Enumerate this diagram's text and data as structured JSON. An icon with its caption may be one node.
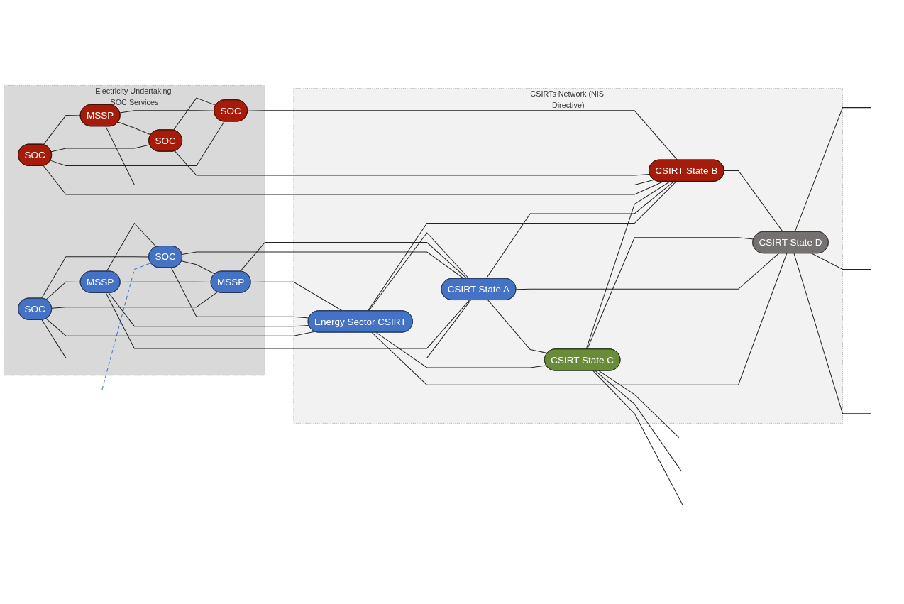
{
  "diagram": {
    "nodes": [
      {
        "text": [
          "Electricity Undertaking SOC Services"
        ]
      },
      {
        "text": [
          "CSIRTs Network (NIS Directive)"
        ]
      },
      {
        "text": [
          "SOC"
        ],
        "in": 0
      },
      {
        "text": [
          "MSSP"
        ],
        "in": 0
      },
      {
        "text": [
          "SOC"
        ],
        "in": 0
      },
      {
        "text": [
          "MSSP"
        ],
        "in": 0
      },
      {
        "text": [
          "Energy Sector CSIRT"
        ],
        "in": 1
      },
      {
        "text": [
          "CSIRT State A"
        ],
        "in": 1
      },
      {
        "text": [
          "CSIRT State C"
        ],
        "in": 1
      },
      {
        "text": [
          "SOC"
        ],
        "in": 0
      },
      {
        "text": [
          "MSSP"
        ],
        "in": 0
      },
      {
        "text": [
          "SOC"
        ],
        "in": 0
      },
      {
        "text": [
          "SOC"
        ],
        "in": 0
      },
      {
        "text": [
          "CSIRT State B"
        ],
        "in": 1
      },
      {
        "text": [
          "CSIRT State D"
        ],
        "in": 1
      }
    ],
    "edges": [
      {
        "from": null,
        "to": 4,
        "arrow": "none",
        "style": "dashed",
        "color": "#4472c4"
      },
      {
        "from": 2,
        "to": 3,
        "arrow": "none"
      },
      {
        "from": 2,
        "to": 4,
        "arrow": "none"
      },
      {
        "from": 2,
        "to": 5,
        "arrow": "none"
      },
      {
        "from": 2,
        "to": 6,
        "arrow": "none"
      },
      {
        "from": 2,
        "to": 7,
        "arrow": "none"
      },
      {
        "from": 3,
        "to": 4,
        "arrow": "none"
      },
      {
        "from": 3,
        "to": 5,
        "arrow": "none"
      },
      {
        "from": 3,
        "to": 6,
        "arrow": "none"
      },
      {
        "from": 3,
        "to": 7,
        "arrow": "none"
      },
      {
        "from": 4,
        "to": 5,
        "arrow": "none"
      },
      {
        "from": 4,
        "to": 6,
        "arrow": "none"
      },
      {
        "from": 4,
        "to": 7,
        "arrow": "none"
      },
      {
        "from": 5,
        "to": 6,
        "arrow": "none"
      },
      {
        "from": 5,
        "to": 7,
        "arrow": "none"
      },
      {
        "from": 6,
        "to": 7,
        "arrow": "none"
      },
      {
        "from": 6,
        "to": 8,
        "arrow": "none"
      },
      {
        "from": 6,
        "to": 14,
        "arrow": "none"
      },
      {
        "from": 6,
        "to": 13,
        "arrow": "none"
      },
      {
        "from": 7,
        "to": 8,
        "arrow": "none"
      },
      {
        "from": 7,
        "to": 13,
        "arrow": "none"
      },
      {
        "from": 7,
        "to": 14,
        "arrow": "none"
      },
      {
        "from": 8,
        "to": null,
        "arrow": "none"
      },
      {
        "from": 8,
        "to": null,
        "arrow": "none"
      },
      {
        "from": 8,
        "to": null,
        "arrow": "none"
      },
      {
        "from": 8,
        "to": 13,
        "arrow": "none"
      },
      {
        "from": 8,
        "to": 14,
        "arrow": "none"
      },
      {
        "from": 9,
        "to": 10,
        "arrow": "none"
      },
      {
        "from": 9,
        "to": 11,
        "arrow": "none"
      },
      {
        "from": 9,
        "to": 12,
        "arrow": "none"
      },
      {
        "from": 9,
        "to": 13,
        "arrow": "none"
      },
      {
        "from": 10,
        "to": 11,
        "arrow": "none"
      },
      {
        "from": 10,
        "to": 12,
        "arrow": "none"
      },
      {
        "from": 10,
        "to": 13,
        "arrow": "none"
      },
      {
        "from": 11,
        "to": 12,
        "arrow": "none"
      },
      {
        "from": 11,
        "to": 13,
        "arrow": "none"
      },
      {
        "from": 12,
        "to": 13,
        "arrow": "none"
      },
      {
        "from": 13,
        "to": 14,
        "arrow": "none"
      },
      {
        "from": 14,
        "to": null,
        "arrow": "none"
      },
      {
        "from": 14,
        "to": null,
        "arrow": "none"
      },
      {
        "from": 14,
        "to": null,
        "arrow": "none"
      }
    ]
  }
}
